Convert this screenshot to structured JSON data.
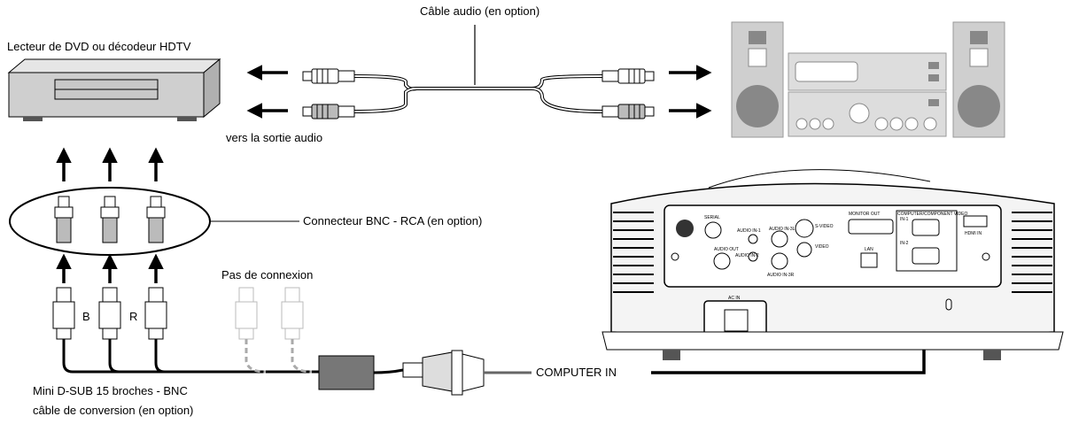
{
  "labels": {
    "audio_cable": "Câble audio (en option)",
    "dvd_player": "Lecteur de DVD ou décodeur HDTV",
    "audio_out": "vers la sortie audio",
    "bnc_rca": "Connecteur BNC - RCA (en option)",
    "no_connection": "Pas de connexion",
    "computer_in": "COMPUTER IN",
    "dsub_line1": "Mini D-SUB 15 broches - BNC",
    "dsub_line2": "câble de conversion (en option)",
    "b": "B",
    "r": "R"
  },
  "projector_panel": {
    "serial": "SERIAL",
    "monitor_out": "MONITOR OUT",
    "computer_component": "COMPUTER/COMPONENT VIDEO",
    "hdmi_in": "HDMI IN",
    "in1": "IN-1",
    "in2": "IN-2",
    "lan": "LAN",
    "s_video": "S-VIDEO",
    "video": "VIDEO",
    "audio_in1": "AUDIO IN-1",
    "audio_in2": "AUDIO IN-2",
    "audio_in3l": "AUDIO IN-3L",
    "audio_in3r": "AUDIO IN-3R",
    "audio_out": "AUDIO OUT",
    "ac_in": "AC IN"
  },
  "colors": {
    "line": "#000000",
    "gray_body": "#c8c8c8",
    "dark_gray": "#555555",
    "light_gray": "#e6e6e6"
  }
}
